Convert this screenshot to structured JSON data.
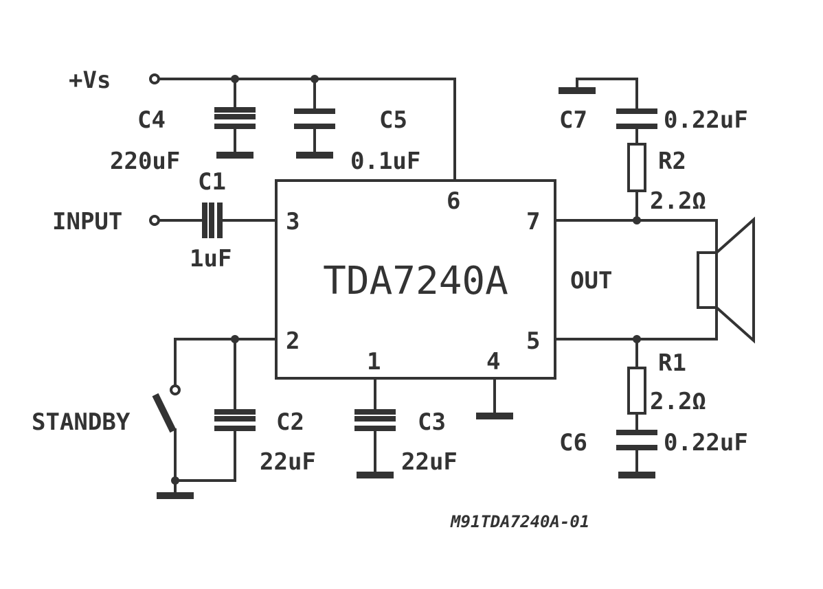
{
  "supply": {
    "label": "+Vs"
  },
  "ic": {
    "name": "TDA7240A",
    "pins": {
      "p1": "1",
      "p2": "2",
      "p3": "3",
      "p4": "4",
      "p5": "5",
      "p6": "6",
      "p7": "7"
    },
    "out_label": "OUT"
  },
  "input": {
    "label": "INPUT"
  },
  "standby": {
    "label": "STANDBY"
  },
  "components": {
    "c1": {
      "name": "C1",
      "value": "1uF"
    },
    "c2": {
      "name": "C2",
      "value": "22uF"
    },
    "c3": {
      "name": "C3",
      "value": "22uF"
    },
    "c4": {
      "name": "C4",
      "value": "220uF"
    },
    "c5": {
      "name": "C5",
      "value": "0.1uF"
    },
    "c6": {
      "name": "C6",
      "value": "0.22uF"
    },
    "c7": {
      "name": "C7",
      "value": "0.22uF"
    },
    "r1": {
      "name": "R1",
      "value": "2.2Ω"
    },
    "r2": {
      "name": "R2",
      "value": "2.2Ω"
    }
  },
  "figure_ref": "M91TDA7240A-01",
  "colors": {
    "ink": "#333333",
    "background": "#ffffff"
  }
}
